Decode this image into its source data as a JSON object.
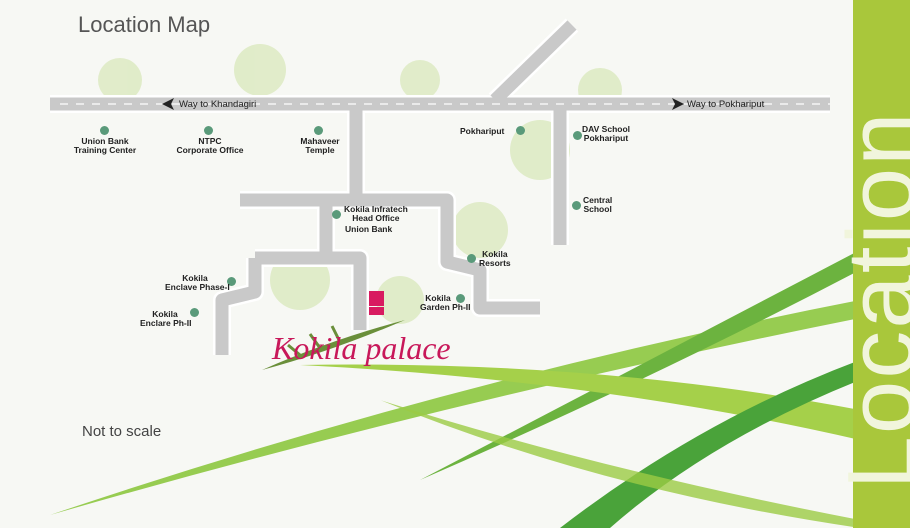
{
  "title": "Location Map",
  "side_label": "Location",
  "brand": "Kokila palace",
  "note": "Not to scale",
  "ways": {
    "left": "Way to Khandagiri",
    "right": "Way to Pokhariput"
  },
  "landmarks": [
    {
      "name": "Union Bank\nTraining Center"
    },
    {
      "name": "NTPC\nCorporate Office"
    },
    {
      "name": "Mahaveer\nTemple"
    },
    {
      "name": "Pokhariput"
    },
    {
      "name": "DAV School\nPokhariput"
    },
    {
      "name": "Central\nSchool"
    },
    {
      "name": "Kokila Infratech\nHead Office"
    },
    {
      "name": "Union Bank"
    },
    {
      "name": "Kokila\nResorts"
    },
    {
      "name": "Kokila\nEnclave Phase-I"
    },
    {
      "name": "Kokila\nGarden Ph-II"
    },
    {
      "name": "Kokila\nEnclare Ph-II"
    }
  ],
  "colors": {
    "road": "#c9c9c9",
    "band": "#a9c73b",
    "marker": "#d81b60",
    "dot": "#5a9a7a"
  }
}
